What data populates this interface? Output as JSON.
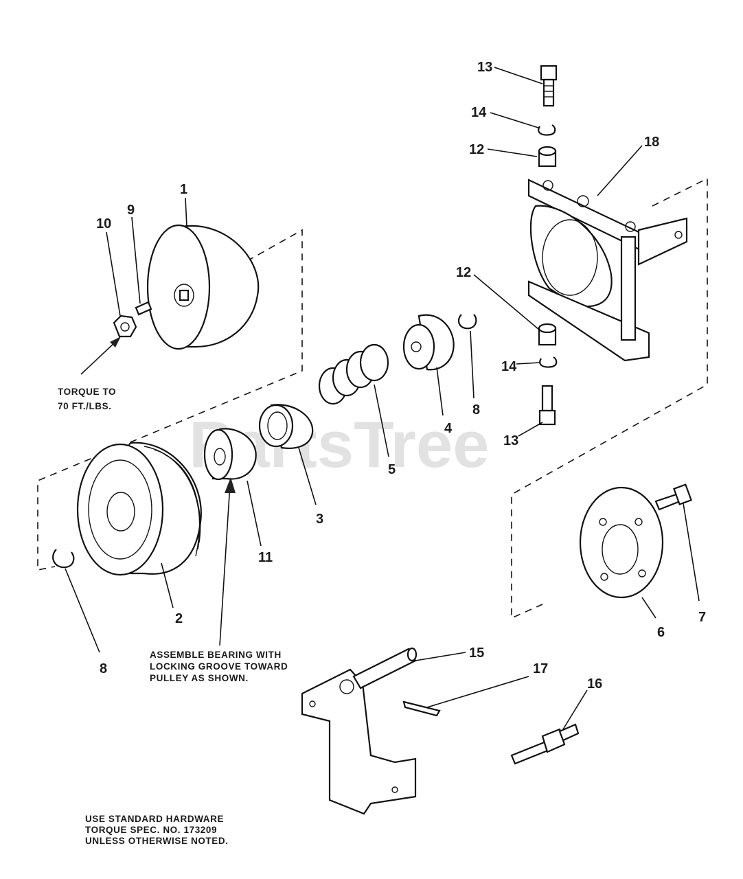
{
  "watermark": "PartsTree",
  "callouts": {
    "c1": "1",
    "c2": "2",
    "c3": "3",
    "c4": "4",
    "c5": "5",
    "c6": "6",
    "c7": "7",
    "c8a": "8",
    "c8b": "8",
    "c9": "9",
    "c10": "10",
    "c11": "11",
    "c12a": "12",
    "c12b": "12",
    "c13a": "13",
    "c13b": "13",
    "c14a": "14",
    "c14b": "14",
    "c15": "15",
    "c16": "16",
    "c17": "17",
    "c18": "18"
  },
  "notes": {
    "torque_line1": "TORQUE TO",
    "torque_line2": "70 FT./LBS.",
    "bearing_line1": "ASSEMBLE BEARING WITH",
    "bearing_line2": "LOCKING GROOVE TOWARD",
    "bearing_line3": "PULLEY AS SHOWN.",
    "hardware_line1": "USE STANDARD HARDWARE",
    "hardware_line2": "TORQUE SPEC. NO. 173209",
    "hardware_line3": "UNLESS OTHERWISE NOTED."
  }
}
